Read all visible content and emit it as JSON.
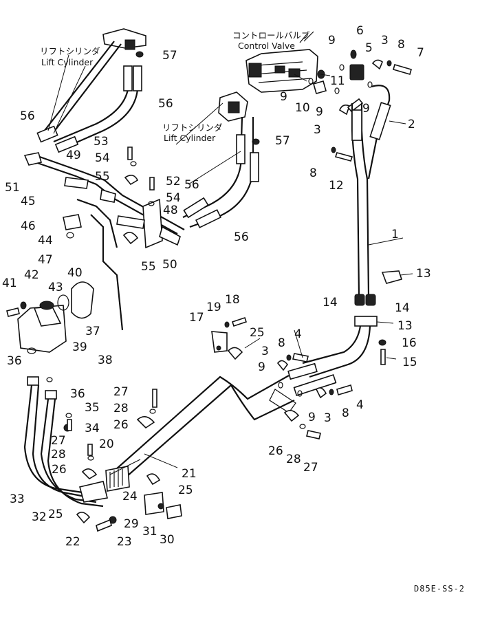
{
  "captions": {
    "control_valve_jp": "コントロールバルブ",
    "control_valve_en": "Control Valve",
    "lift_cylinder_left_jp": "リフトシリンダ",
    "lift_cylinder_left_en": "Lift Cylinder",
    "lift_cylinder_mid_jp": "リフトシリンダ",
    "lift_cylinder_mid_en": "Lift Cylinder"
  },
  "drawing_code": "D85E-SS-2",
  "callouts": [
    "1",
    "2",
    "3",
    "3",
    "3",
    "3",
    "4",
    "4",
    "5",
    "6",
    "7",
    "8",
    "8",
    "8",
    "8",
    "9",
    "9",
    "9",
    "9",
    "9",
    "9",
    "10",
    "11",
    "12",
    "13",
    "13",
    "14",
    "14",
    "15",
    "16",
    "17",
    "18",
    "19",
    "20",
    "21",
    "22",
    "23",
    "24",
    "25",
    "25",
    "25",
    "26",
    "26",
    "26",
    "27",
    "27",
    "27",
    "28",
    "28",
    "28",
    "29",
    "30",
    "31",
    "32",
    "33",
    "34",
    "35",
    "36",
    "36",
    "37",
    "38",
    "39",
    "40",
    "41",
    "42",
    "43",
    "44",
    "45",
    "46",
    "47",
    "48",
    "49",
    "50",
    "51",
    "52",
    "53",
    "54",
    "54",
    "55",
    "55",
    "56",
    "56",
    "56",
    "56",
    "57",
    "57"
  ]
}
